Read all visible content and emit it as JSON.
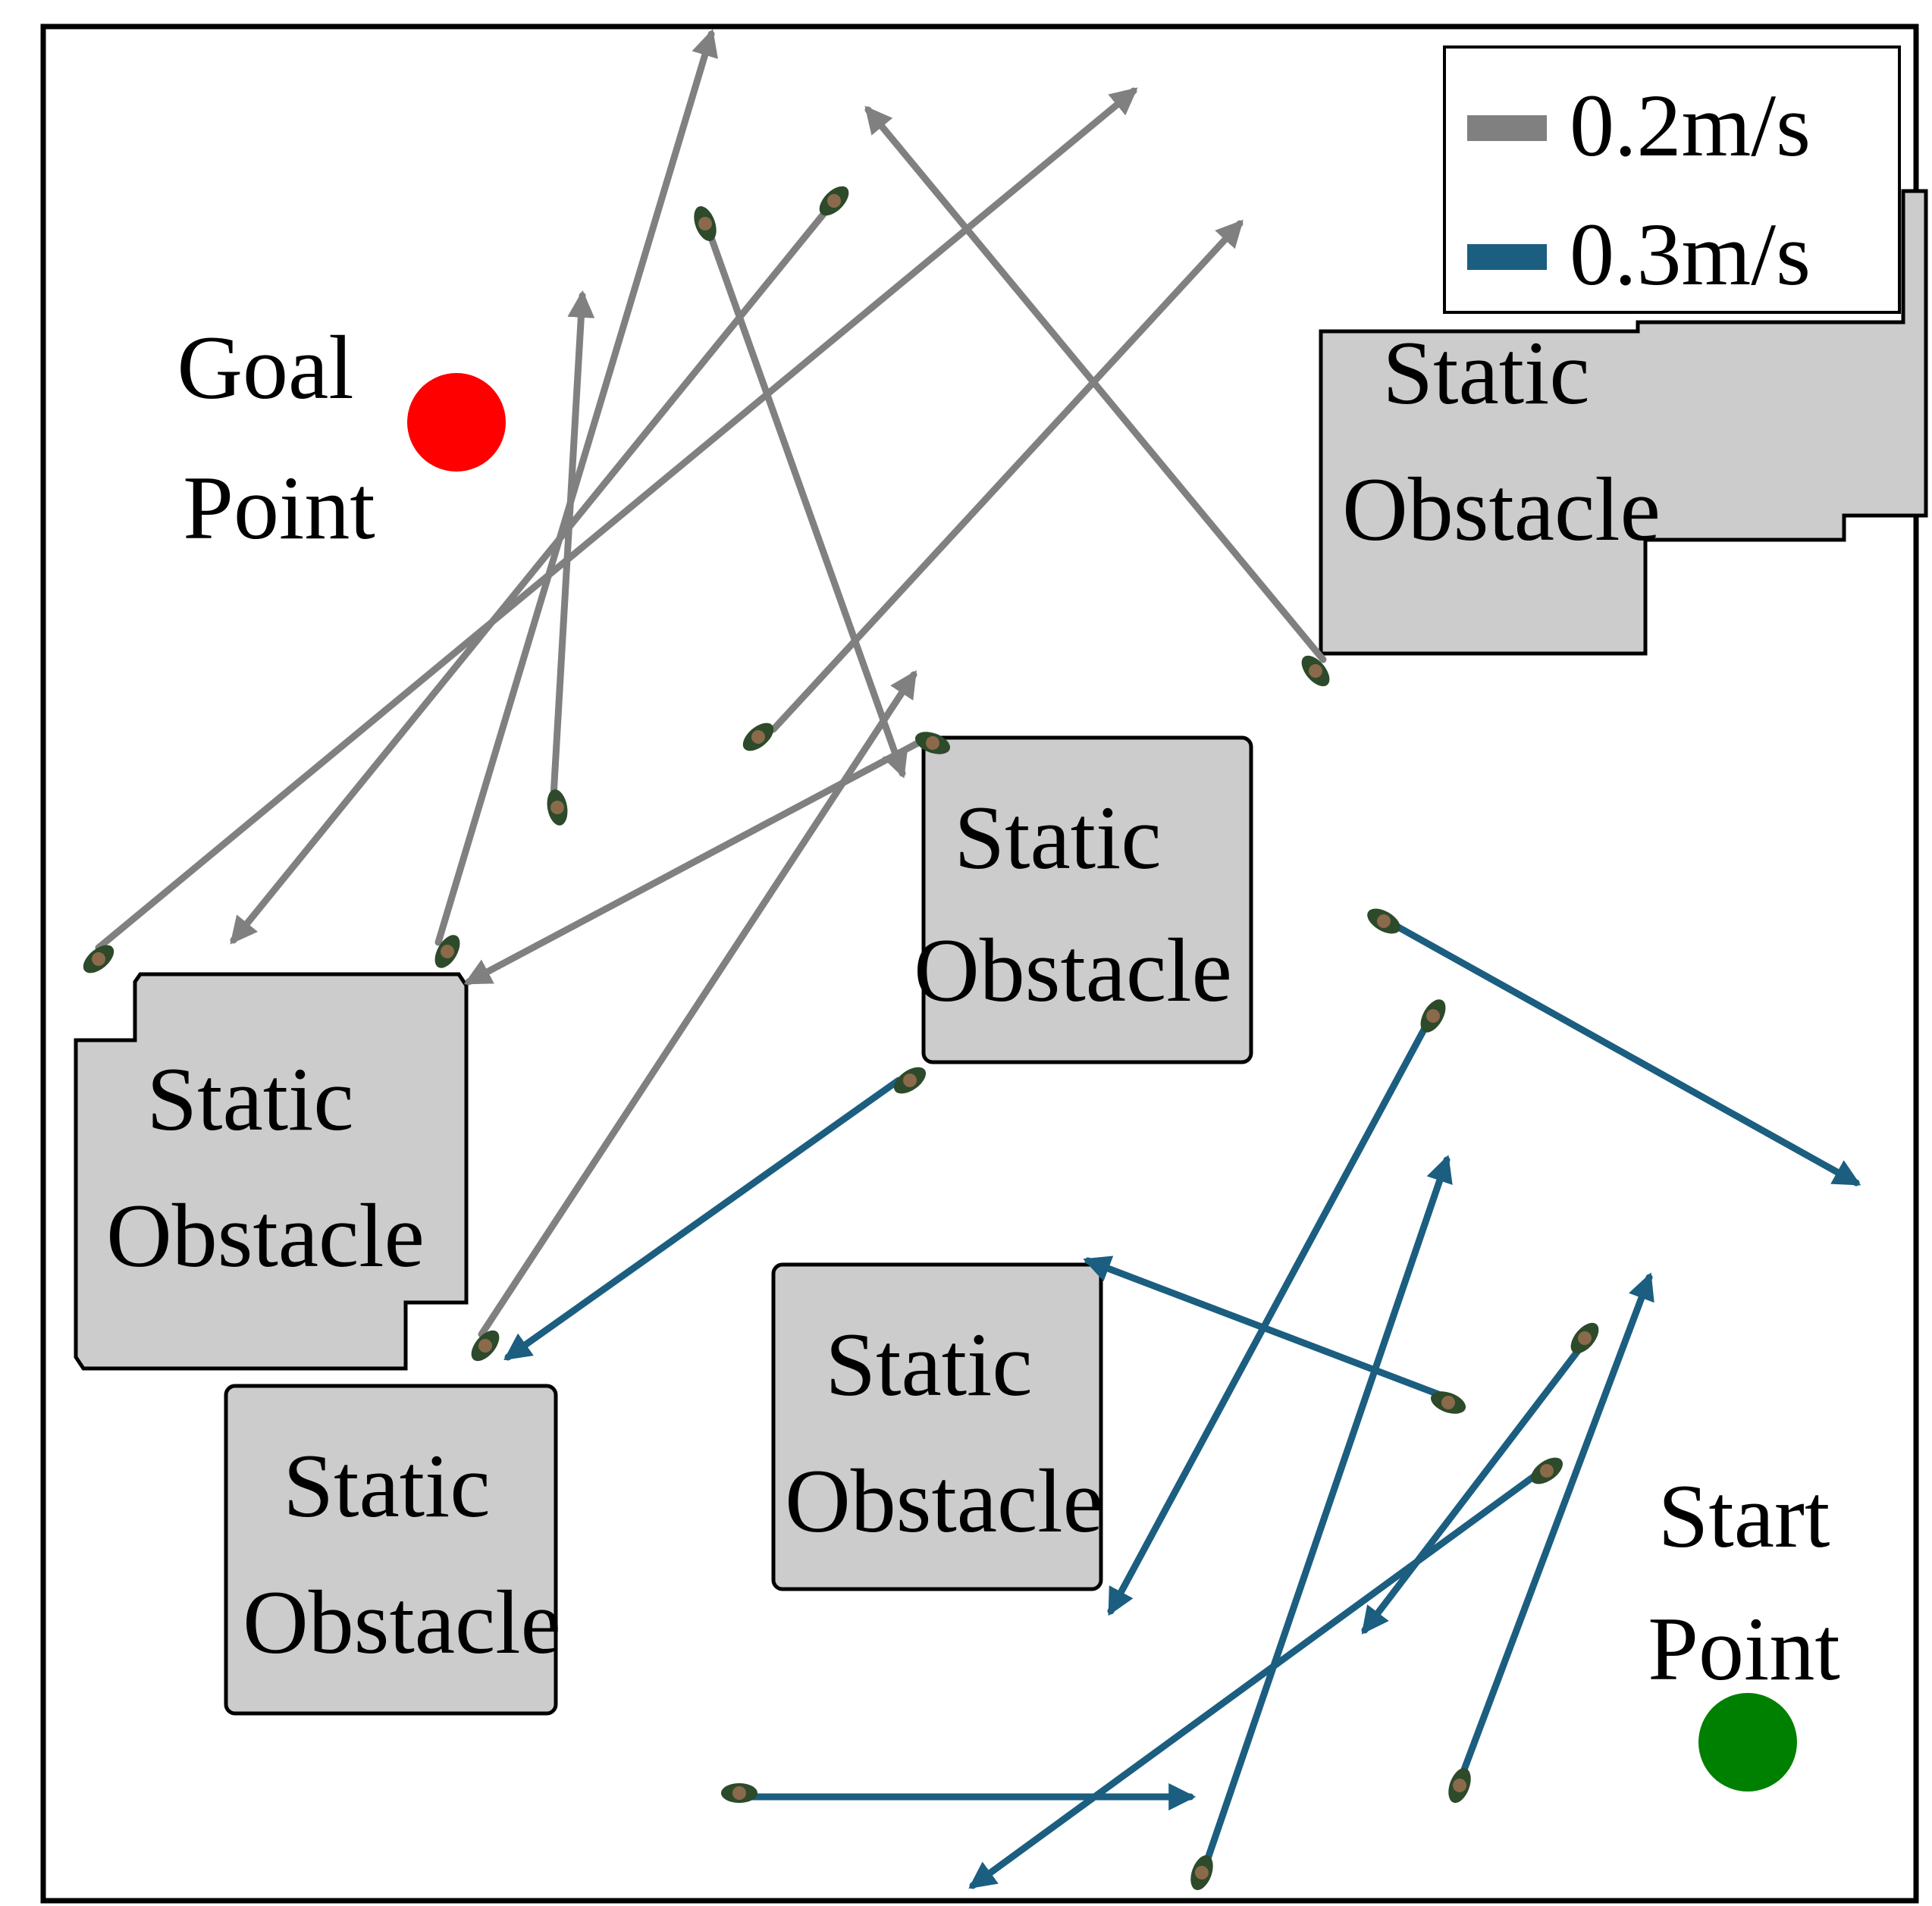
{
  "legend": {
    "items": [
      {
        "label": "0.2m/s",
        "color": "#808080"
      },
      {
        "label": "0.3m/s",
        "color": "#1b5e80"
      }
    ]
  },
  "labels": {
    "goal": [
      "Goal",
      "Point"
    ],
    "start": [
      "Start",
      "Point"
    ],
    "obstacle": [
      "Static",
      "Obstacle"
    ]
  },
  "colors": {
    "goal": "#ff0000",
    "start": "#008000",
    "obstacle_fill": "#cccccc",
    "border": "#000000",
    "pedestrian_body": "#2d4a2b",
    "pedestrian_head": "#8a6a4a"
  },
  "icons": {
    "pedestrian": "pedestrian-icon",
    "goal": "goal-point-marker",
    "start": "start-point-marker"
  }
}
